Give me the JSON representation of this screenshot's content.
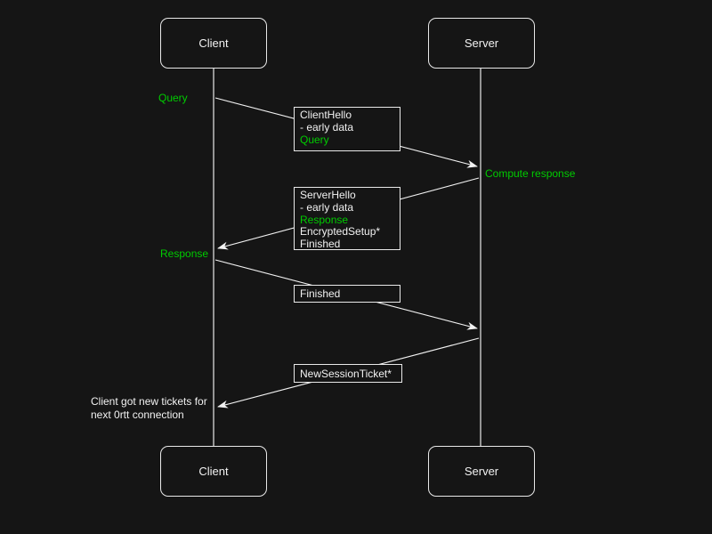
{
  "actors": {
    "client": {
      "label": "Client"
    },
    "server": {
      "label": "Server"
    }
  },
  "messages": {
    "client_hello": {
      "lines": [
        "ClientHello",
        "- early data",
        "Query"
      ]
    },
    "server_hello": {
      "lines": [
        "ServerHello",
        "- early data",
        "Response",
        "EncryptedSetup*",
        "Finished"
      ]
    },
    "finished": {
      "lines": [
        "Finished"
      ]
    },
    "new_session_ticket": {
      "lines": [
        "NewSessionTicket*"
      ]
    }
  },
  "annotations": {
    "query": "Query",
    "compute_response": "Compute response",
    "response": "Response",
    "note_line1": "Client got new tickets for",
    "note_line2": "next 0rtt connection"
  },
  "colors": {
    "background": "#151515",
    "foreground": "#f2f2f2",
    "accent_green": "#00cc00"
  }
}
